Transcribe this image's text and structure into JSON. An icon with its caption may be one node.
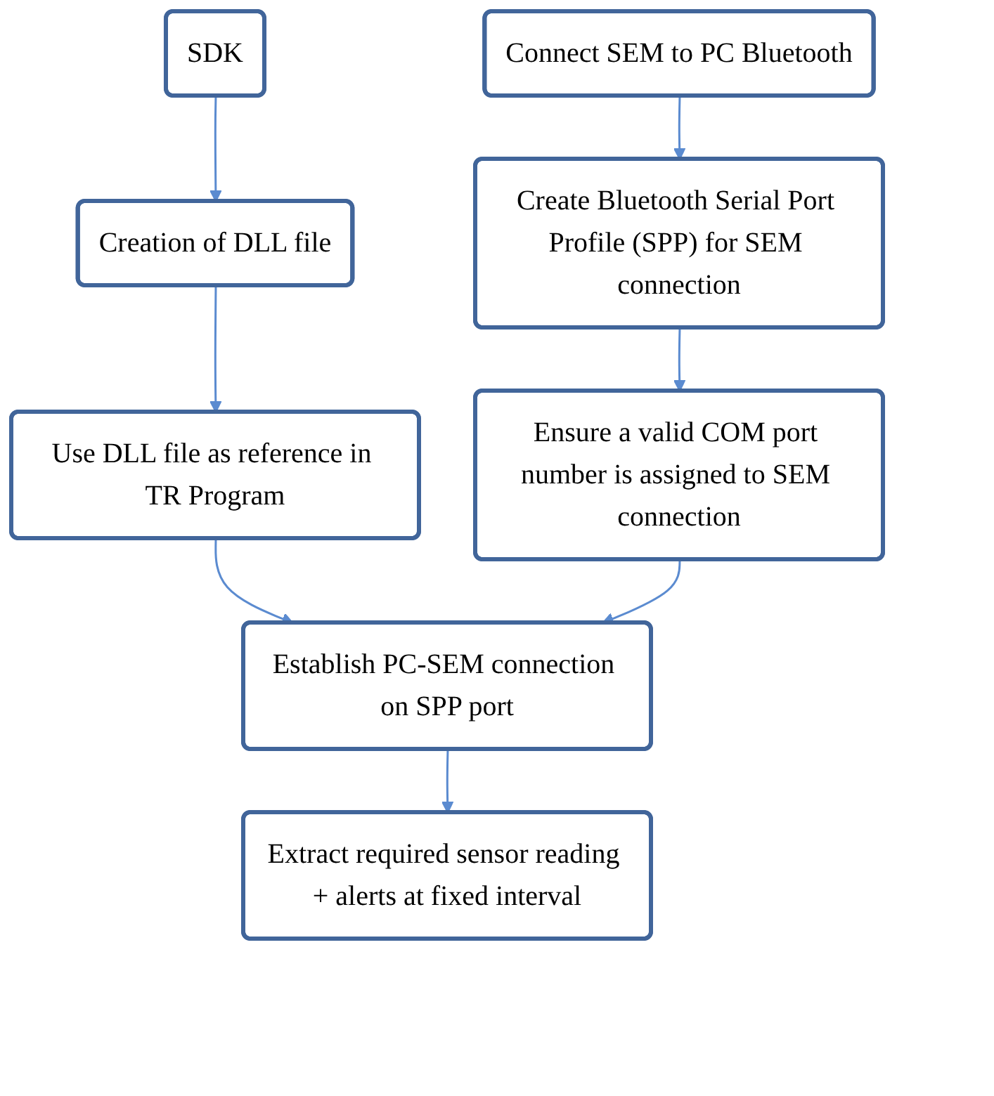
{
  "diagram": {
    "nodes": [
      {
        "text": [
          "SDK"
        ]
      },
      {
        "text": [
          "Connect SEM to PC Bluetooth"
        ]
      },
      {
        "text": [
          "Creation of DLL file"
        ]
      },
      {
        "text": [
          "Create Bluetooth Serial Port Profile (SPP) for SEM connection"
        ]
      },
      {
        "text": [
          "Use DLL file as reference in TR Program"
        ]
      },
      {
        "text": [
          "Ensure a valid COM port number is assigned to SEM connection"
        ]
      },
      {
        "text": [
          "Establish PC-SEM connection on SPP port"
        ]
      },
      {
        "text": [
          "Extract required sensor reading + alerts at fixed interval"
        ]
      }
    ],
    "edges": [
      {
        "from": 0,
        "to": 2,
        "arrow": "to"
      },
      {
        "from": 2,
        "to": 4,
        "arrow": "to"
      },
      {
        "from": 1,
        "to": 3,
        "arrow": "to"
      },
      {
        "from": 3,
        "to": 5,
        "arrow": "to"
      },
      {
        "from": 4,
        "to": 6,
        "arrow": "to"
      },
      {
        "from": 5,
        "to": 6,
        "arrow": "to"
      },
      {
        "from": 6,
        "to": 7,
        "arrow": "to"
      }
    ]
  }
}
